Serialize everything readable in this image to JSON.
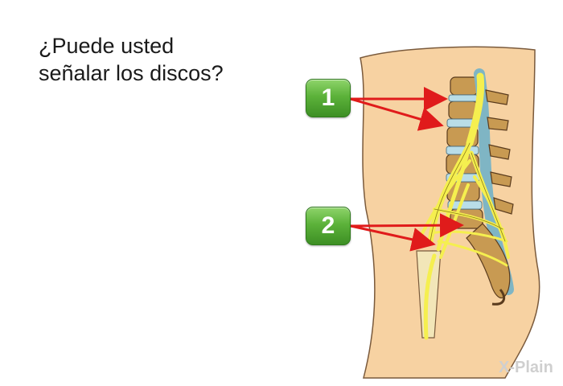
{
  "question": {
    "line1": "¿Puede usted",
    "line2": "señalar los discos?"
  },
  "badges": [
    {
      "label": "1"
    },
    {
      "label": "2"
    }
  ],
  "logo": {
    "text": "X-Plain"
  },
  "colors": {
    "skin": "#f7d2a2",
    "skin_outline": "#7a5a3c",
    "nerve": "#f5ef4f",
    "disc": "#b9dde8",
    "vertebra": "#c89a52",
    "arrow": "#e01b1b",
    "badge_green": "#5cb23a"
  }
}
